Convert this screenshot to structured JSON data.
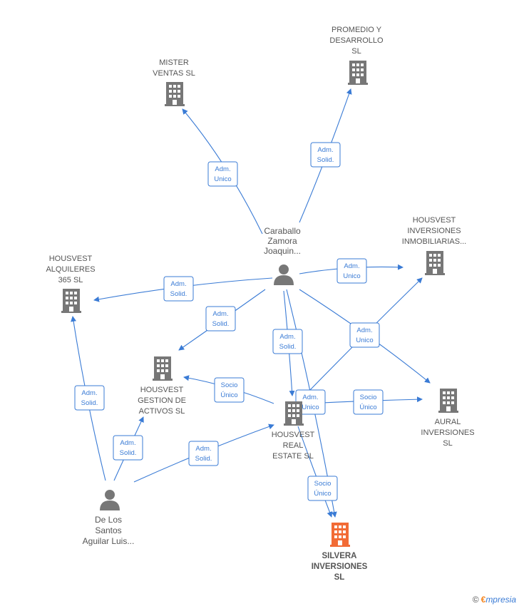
{
  "nodes": {
    "promedio": {
      "lines": [
        "PROMEDIO Y",
        "DESARROLLO",
        "SL"
      ],
      "kind": "company"
    },
    "mister": {
      "lines": [
        "MISTER",
        "VENTAS SL"
      ],
      "kind": "company"
    },
    "housvest_inmob": {
      "lines": [
        "HOUSVEST",
        "INVERSIONES",
        "INMOBILIARIAS..."
      ],
      "kind": "company"
    },
    "caraballo": {
      "lines": [
        "Caraballo",
        "Zamora",
        "Joaquin..."
      ],
      "kind": "person"
    },
    "housvest_alq": {
      "lines": [
        "HOUSVEST",
        "ALQUILERES",
        "365  SL"
      ],
      "kind": "company"
    },
    "housvest_gest": {
      "lines": [
        "HOUSVEST",
        "GESTION DE",
        "ACTIVOS  SL"
      ],
      "kind": "company"
    },
    "housvest_real": {
      "lines": [
        "HOUSVEST",
        "REAL",
        "ESTATE  SL"
      ],
      "kind": "company"
    },
    "aural": {
      "lines": [
        "AURAL",
        "INVERSIONES",
        "SL"
      ],
      "kind": "company"
    },
    "delossantos": {
      "lines": [
        "De Los",
        "Santos",
        "Aguilar Luis..."
      ],
      "kind": "person"
    },
    "silvera": {
      "lines": [
        "SILVERA",
        "INVERSIONES",
        "SL"
      ],
      "kind": "company-highlight"
    }
  },
  "edges": [
    {
      "id": "e1",
      "label": [
        "Adm.",
        "Unico"
      ]
    },
    {
      "id": "e2",
      "label": [
        "Adm.",
        "Solid."
      ]
    },
    {
      "id": "e3",
      "label": [
        "Adm.",
        "Unico"
      ]
    },
    {
      "id": "e4",
      "label": [
        "Adm.",
        "Solid."
      ]
    },
    {
      "id": "e5",
      "label": [
        "Adm.",
        "Solid."
      ]
    },
    {
      "id": "e6",
      "label": [
        "Adm.",
        "Solid."
      ]
    },
    {
      "id": "e7",
      "label": [
        "Adm.",
        "Unico"
      ]
    },
    {
      "id": "e8",
      "label": [
        "Socio",
        "Único"
      ]
    },
    {
      "id": "e9",
      "label": [
        "Adm.",
        "Unico"
      ]
    },
    {
      "id": "e10",
      "label": [
        "Socio",
        "Único"
      ]
    },
    {
      "id": "e11",
      "label": [
        "Socio",
        "Único"
      ]
    },
    {
      "id": "e12",
      "label": [
        "Adm.",
        "Solid."
      ]
    },
    {
      "id": "e13",
      "label": [
        "Adm.",
        "Solid."
      ]
    },
    {
      "id": "e14",
      "label": [
        "Adm.",
        "Solid."
      ]
    }
  ],
  "colors": {
    "edge": "#3a7bd5",
    "icon": "#777777",
    "highlight": "#f26b35"
  },
  "brand": {
    "copyright": "©",
    "initial": "€",
    "name": "mpresia"
  }
}
